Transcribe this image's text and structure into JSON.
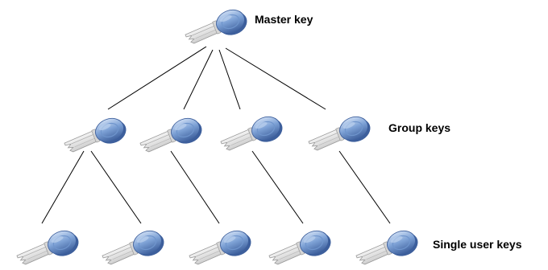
{
  "labels": {
    "master": "Master key",
    "group": "Group keys",
    "single": "Single user keys"
  },
  "colors": {
    "head_dark": "#3d5f9c",
    "head_mid": "#6f95cc",
    "head_light": "#b7cdec",
    "blade": "#e2e2e2",
    "blade_edge": "#9a9a9a",
    "line": "#000000"
  },
  "tree": {
    "master": {
      "name": "key-master",
      "children": [
        "key-group-1",
        "key-group-2",
        "key-group-3",
        "key-group-4"
      ]
    },
    "groups": [
      {
        "name": "key-group-1",
        "children": [
          "key-user-1",
          "key-user-2"
        ]
      },
      {
        "name": "key-group-2",
        "children": [
          "key-user-3"
        ]
      },
      {
        "name": "key-group-3",
        "children": [
          "key-user-4"
        ]
      },
      {
        "name": "key-group-4",
        "children": [
          "key-user-5"
        ]
      }
    ],
    "users": [
      "key-user-1",
      "key-user-2",
      "key-user-3",
      "key-user-4",
      "key-user-5"
    ]
  }
}
